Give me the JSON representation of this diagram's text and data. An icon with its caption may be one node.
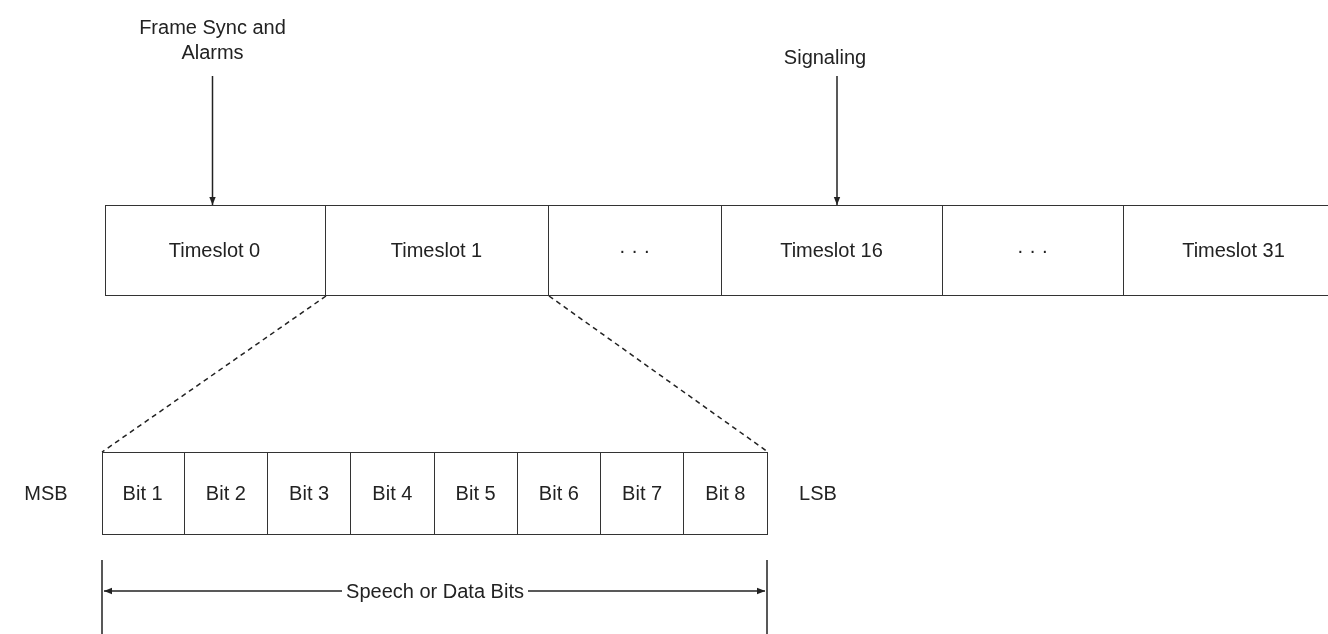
{
  "diagram": {
    "nodes": [
      {
        "text": [
          "Frame Sync and Alarms"
        ]
      },
      {
        "text": [
          "Signaling"
        ]
      },
      {
        "text": [],
        "shape": "box"
      },
      {
        "text": [
          "Timeslot 0"
        ],
        "in": 2
      },
      {
        "text": [
          "Timeslot 1"
        ],
        "in": 2
      },
      {
        "text": [
          "· · ·"
        ],
        "in": 2
      },
      {
        "text": [
          "Timeslot 16"
        ],
        "in": 2
      },
      {
        "text": [
          "· · ·"
        ],
        "in": 2
      },
      {
        "text": [
          "Timeslot 31"
        ],
        "in": 2
      },
      {
        "text": [],
        "shape": "box"
      },
      {
        "text": [
          "Bit 1"
        ],
        "in": 9
      },
      {
        "text": [
          "Bit 2"
        ],
        "in": 9
      },
      {
        "text": [
          "Bit 3"
        ],
        "in": 9
      },
      {
        "text": [
          "Bit 4"
        ],
        "in": 9
      },
      {
        "text": [
          "Bit 5"
        ],
        "in": 9
      },
      {
        "text": [
          "Bit 6"
        ],
        "in": 9
      },
      {
        "text": [
          "Bit 7"
        ],
        "in": 9
      },
      {
        "text": [
          "Bit 8"
        ],
        "in": 9
      }
    ],
    "edges": [
      {
        "from": 0,
        "to": 3,
        "arrow": "to"
      },
      {
        "from": 1,
        "to": 6,
        "arrow": "to"
      },
      {
        "from": 4,
        "to": 9,
        "arrow": "none",
        "style": "dashed"
      },
      {
        "from": 4,
        "to": 9,
        "arrow": "none",
        "style": "dashed"
      }
    ],
    "labels": [
      "MSB",
      "LSB",
      "Speech or Data Bits"
    ]
  }
}
